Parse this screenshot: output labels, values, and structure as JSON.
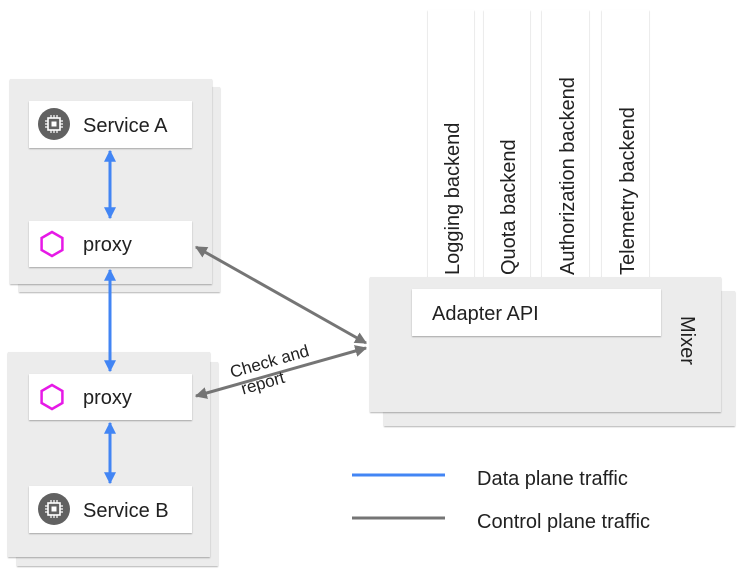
{
  "services": {
    "service_a": "Service A",
    "service_b": "Service B",
    "proxy_a": "proxy",
    "proxy_b": "proxy"
  },
  "mixer": {
    "title": "Mixer",
    "adapter_api": "Adapter API",
    "backends": [
      "Logging backend",
      "Quota backend",
      "Authorization backend",
      "Telemetry backend"
    ]
  },
  "edge_label": {
    "line1": "Check and",
    "line2": "report"
  },
  "legend": {
    "data_plane": "Data plane traffic",
    "control_plane": "Control plane traffic"
  },
  "colors": {
    "data_plane": "#4285f4",
    "control_plane": "#757575",
    "proxy_icon": "#e619e6",
    "service_icon": "#616161"
  }
}
